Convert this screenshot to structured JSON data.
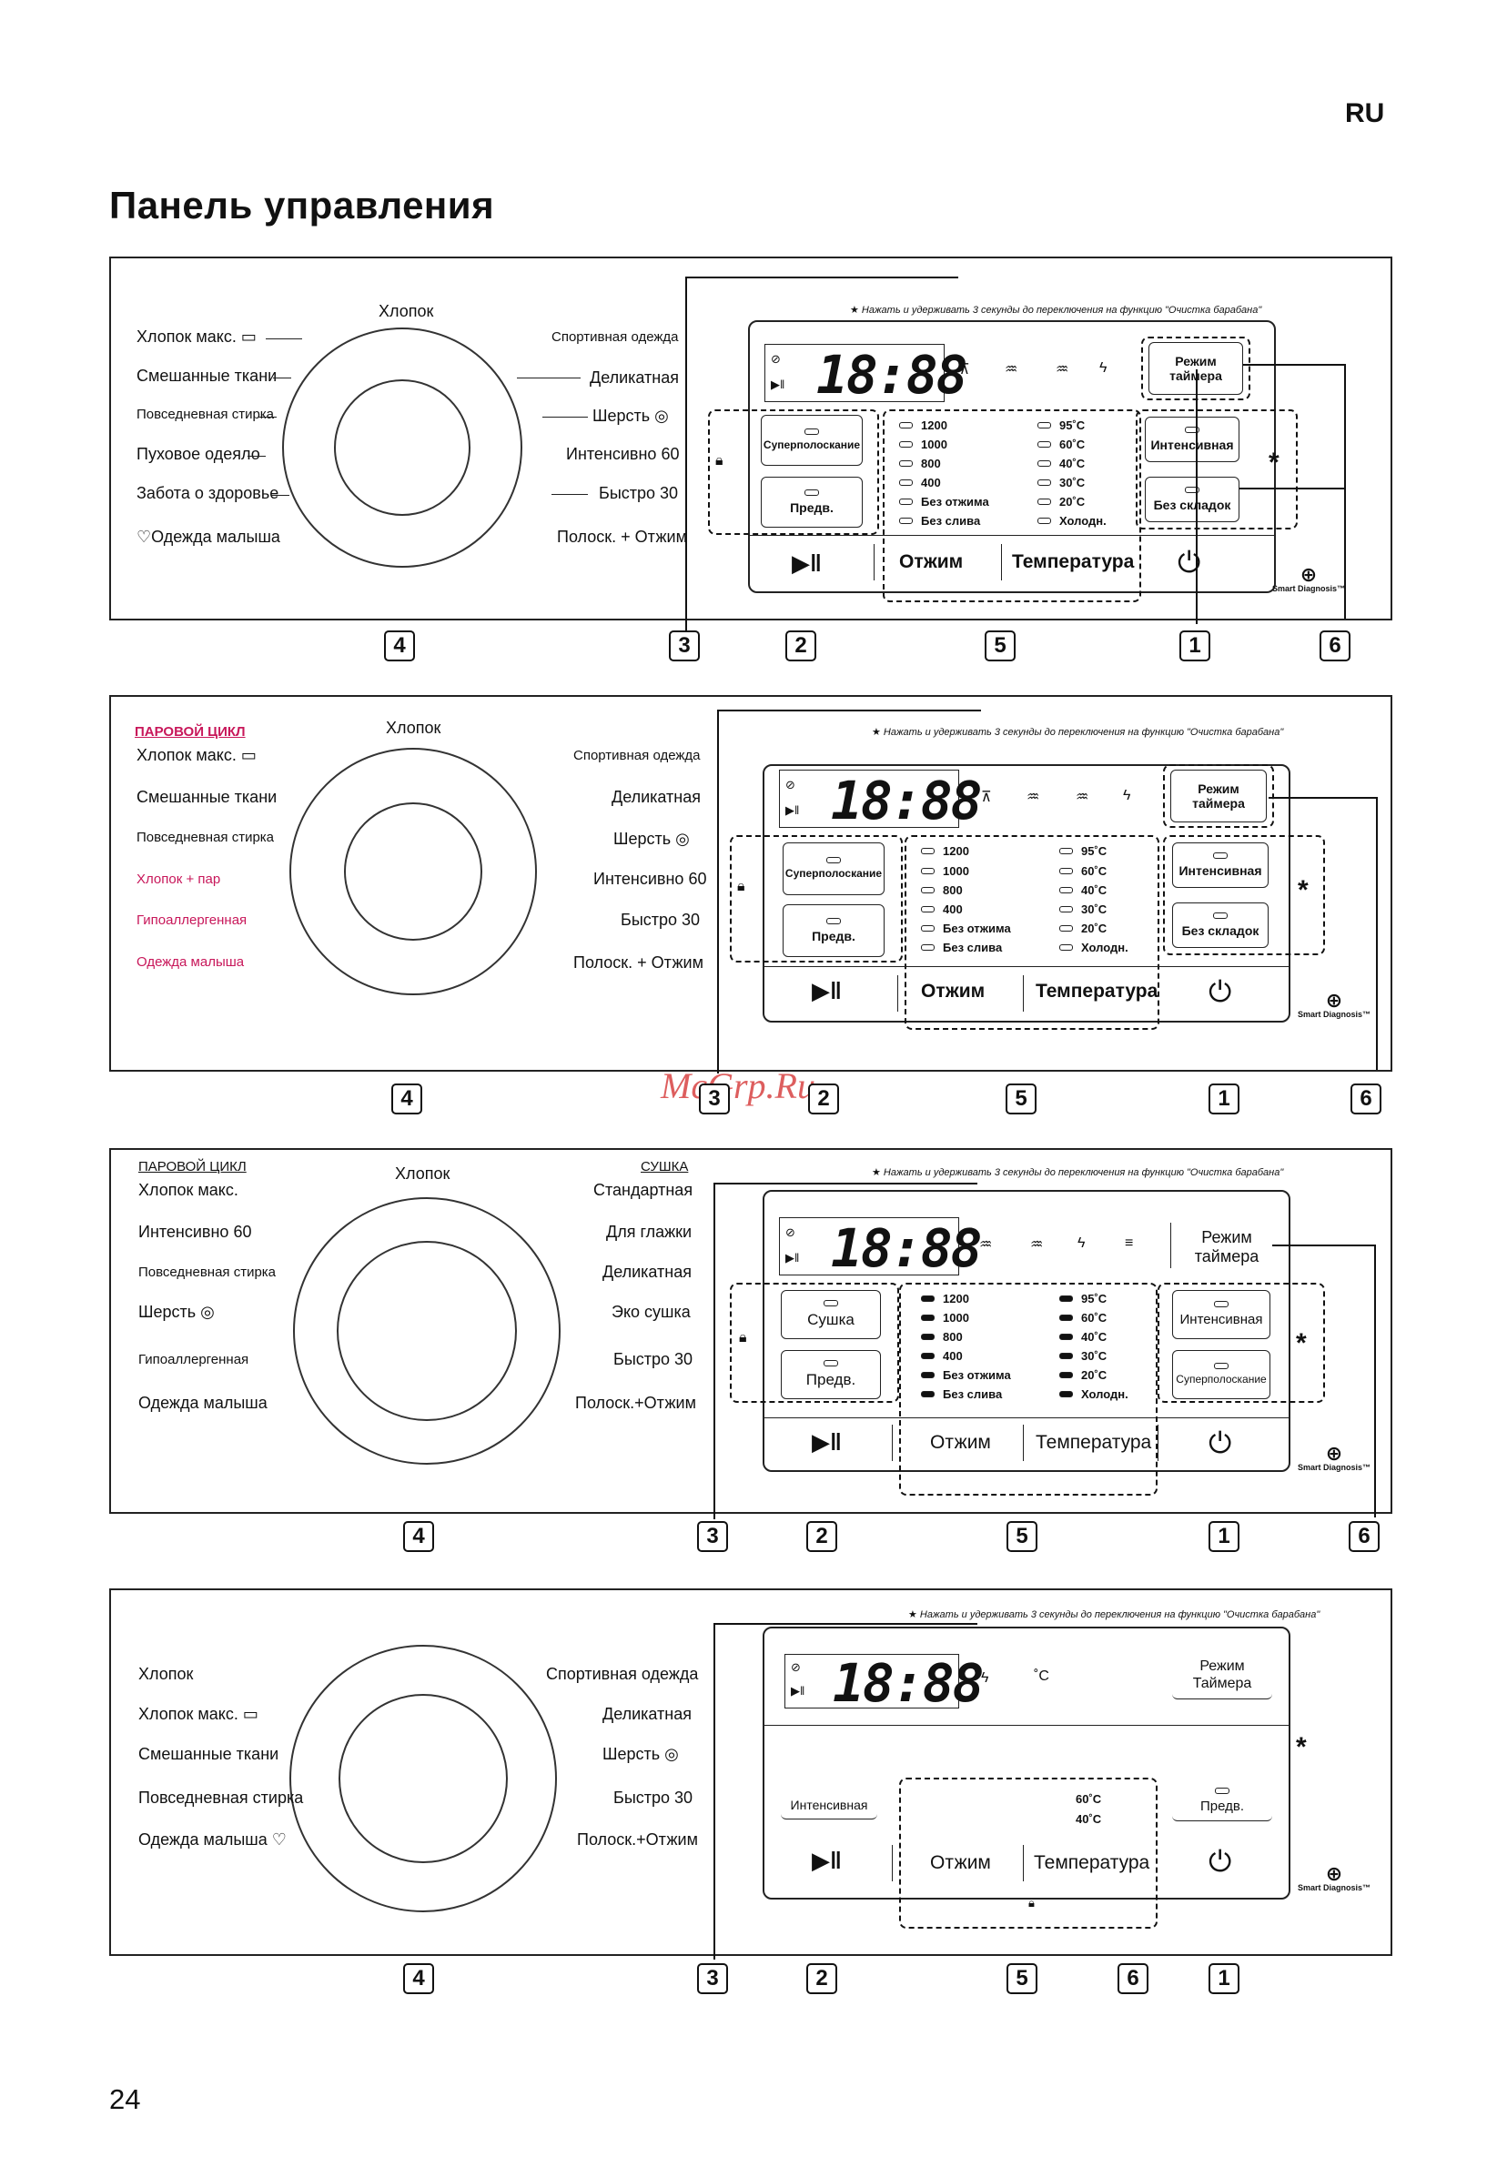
{
  "page": {
    "lang": "RU",
    "title": "Панель управления",
    "page_number": "24",
    "watermark": "McGrp.Ru"
  },
  "common": {
    "note": "Нажать и удерживать 3 секунды до переключения на функцию \"Очистка барабана\"",
    "clock": "18:88",
    "spin": [
      "1200",
      "1000",
      "800",
      "400",
      "Без отжима",
      "Без слива"
    ],
    "temp": [
      "95˚C",
      "60˚C",
      "40˚C",
      "30˚C",
      "20˚C",
      "Холодн."
    ],
    "spin_label": "Отжим",
    "temp_label": "Температура",
    "timer": "Режим таймера",
    "super_rinse": "Суперполоскание",
    "prewash": "Предв.",
    "intensive": "Интенсивная",
    "no_crease": "Без складок",
    "dry": "Сушка",
    "smart": "Smart Diagnosis™",
    "star": "*",
    "callouts": [
      "1",
      "2",
      "3",
      "4",
      "5",
      "6"
    ]
  },
  "panel1": {
    "top": "Хлопок",
    "left": [
      "Хлопок макс.",
      "Смешанные ткани",
      "Повседневная стирка",
      "Пуховое одеяло",
      "Забота о здоровье",
      "Одежда малыша"
    ],
    "right": [
      "Спортивная одежда",
      "Деликатная",
      "Шерсть",
      "Интенсивно 60",
      "Быстро 30",
      "Полоск. + Отжим"
    ]
  },
  "panel2": {
    "header": "ПАРОВОЙ ЦИКЛ",
    "top": "Хлопок",
    "left": [
      "Хлопок макс.",
      "Смешанные ткани",
      "Повседневная стирка",
      "Хлопок + пар",
      "Гипоаллергенная",
      "Одежда малыша"
    ],
    "right": [
      "Спортивная одежда",
      "Деликатная",
      "Шерсть",
      "Интенсивно 60",
      "Быстро 30",
      "Полоск. + Отжим"
    ]
  },
  "panel3": {
    "header_left": "ПАРОВОЙ ЦИКЛ",
    "header_right": "СУШКА",
    "top": "Хлопок",
    "left": [
      "Хлопок макс.",
      "Интенсивно 60",
      "Повседневная стирка",
      "Шерсть",
      "Гипоаллергенная",
      "Одежда малыша"
    ],
    "right": [
      "Стандартная",
      "Для глажки",
      "Деликатная",
      "Эко сушка",
      "Быстро 30",
      "Полоск.+Отжим"
    ]
  },
  "panel4": {
    "left": [
      "Хлопок",
      "Хлопок макс.",
      "Смешанные ткани",
      "Повседневная стирка",
      "Одежда малыша"
    ],
    "right": [
      "Спортивная одежда",
      "Деликатная",
      "Шерсть",
      "Быстро 30",
      "Полоск.+Отжим"
    ],
    "temp_opts": [
      "60˚C",
      "40˚C"
    ],
    "timer": "Режим Таймера",
    "celsius": "˚C"
  }
}
